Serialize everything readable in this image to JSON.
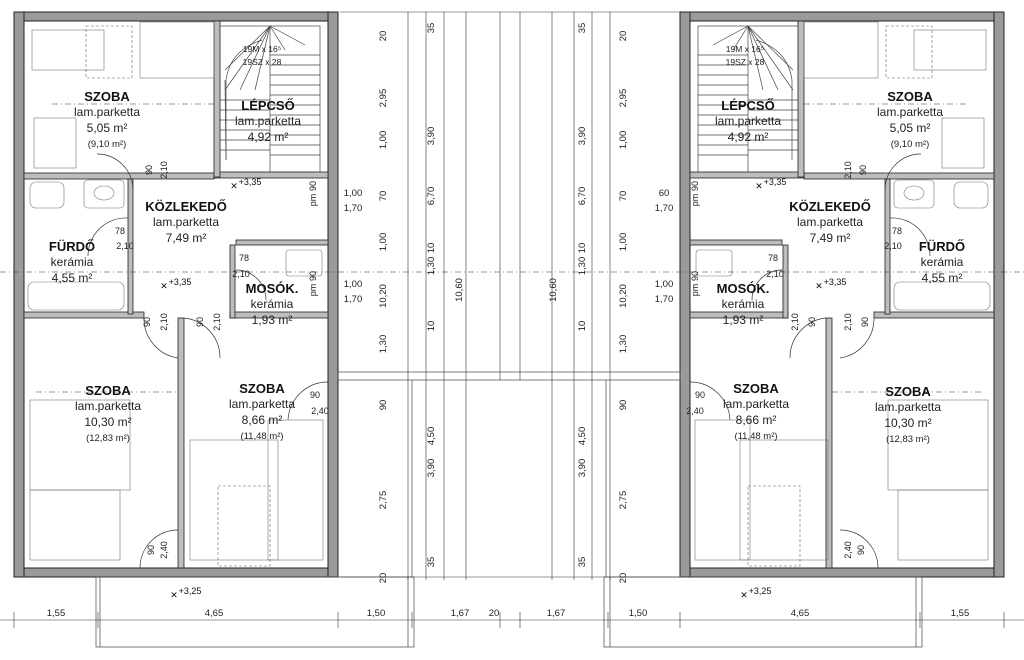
{
  "drawing": {
    "stair_spec_line1": "19M x 16⁵",
    "stair_spec_line2": "19SZ x 28"
  },
  "units": [
    {
      "id": "left",
      "rooms": [
        {
          "key": "szoba_top",
          "name": "SZOBA",
          "floor": "lam.parketta",
          "area": "5,05 m²",
          "gross": "(9,10 m²)"
        },
        {
          "key": "lepcso",
          "name": "LÉPCSŐ",
          "floor": "lam.parketta",
          "area": "4,92 m²",
          "gross": ""
        },
        {
          "key": "kozlekedo",
          "name": "KÖZLEKEDŐ",
          "floor": "lam.parketta",
          "area": "7,49 m²",
          "gross": ""
        },
        {
          "key": "furdo",
          "name": "FÜRDŐ",
          "floor": "kerámia",
          "area": "4,55 m²",
          "gross": ""
        },
        {
          "key": "mosok",
          "name": "MOSÓK.",
          "floor": "kerámia",
          "area": "1,93 m²",
          "gross": ""
        },
        {
          "key": "szoba_big",
          "name": "SZOBA",
          "floor": "lam.parketta",
          "area": "10,30 m²",
          "gross": "(12,83 m²)"
        },
        {
          "key": "szoba_mid",
          "name": "SZOBA",
          "floor": "lam.parketta",
          "area": "8,66 m²",
          "gross": "(11,48 m²)"
        }
      ],
      "levels": [
        "+3,35",
        "+3,35",
        "+3,25"
      ]
    },
    {
      "id": "right",
      "rooms": [
        {
          "key": "szoba_top",
          "name": "SZOBA",
          "floor": "lam.parketta",
          "area": "5,05 m²",
          "gross": "(9,10 m²)"
        },
        {
          "key": "lepcso",
          "name": "LÉPCSŐ",
          "floor": "lam.parketta",
          "area": "4,92 m²",
          "gross": ""
        },
        {
          "key": "kozlekedo",
          "name": "KÖZLEKEDŐ",
          "floor": "lam.parketta",
          "area": "7,49 m²",
          "gross": ""
        },
        {
          "key": "furdo",
          "name": "FÜRDŐ",
          "floor": "kerámia",
          "area": "4,55 m²",
          "gross": ""
        },
        {
          "key": "mosok",
          "name": "MOSÓK.",
          "floor": "kerámia",
          "area": "1,93 m²",
          "gross": ""
        },
        {
          "key": "szoba_big",
          "name": "SZOBA",
          "floor": "lam.parketta",
          "area": "10,30 m²",
          "gross": "(12,83 m²)"
        },
        {
          "key": "szoba_mid",
          "name": "SZOBA",
          "floor": "lam.parketta",
          "area": "8,66 m²",
          "gross": "(11,48 m²)"
        }
      ],
      "levels": [
        "+3,35",
        "+3,35",
        "+3,25"
      ]
    }
  ],
  "door_labels": [
    "90",
    "2,10",
    "78",
    "2,10",
    "78",
    "2,10",
    "90",
    "2,10",
    "90",
    "2,10",
    "90",
    "2,40",
    "90",
    "2,40"
  ],
  "pm_labels": [
    "pm",
    "90"
  ],
  "bottom_dimensions": [
    "1,55",
    "4,65",
    "1,50",
    "1,67",
    "20",
    "1,67",
    "1,50",
    "4,65",
    "1,55"
  ],
  "window_dimensions": [
    [
      "1,00",
      "1,70"
    ],
    [
      "1,00",
      "1,70"
    ],
    [
      "60",
      "1,70"
    ],
    [
      "1,00",
      "1,70"
    ]
  ],
  "vertical_dimensions": {
    "left_stack": [
      "20",
      "2,95",
      "1,00",
      "70",
      "1,00",
      "10,20",
      "1,30",
      "90",
      "2,75",
      "20"
    ],
    "left_outer": [
      "35",
      "3,90",
      "6,70",
      "1,30",
      "10",
      "10",
      "4,50",
      "3,90",
      "35"
    ],
    "center": [
      "10,60",
      "10,60"
    ],
    "right_outer": [
      "35",
      "3,90",
      "6,70",
      "1,30",
      "10",
      "10",
      "4,50",
      "3,90",
      "35"
    ],
    "right_stack": [
      "20",
      "2,95",
      "1,00",
      "70",
      "1,00",
      "10,20",
      "1,30",
      "90",
      "2,75",
      "20"
    ]
  }
}
